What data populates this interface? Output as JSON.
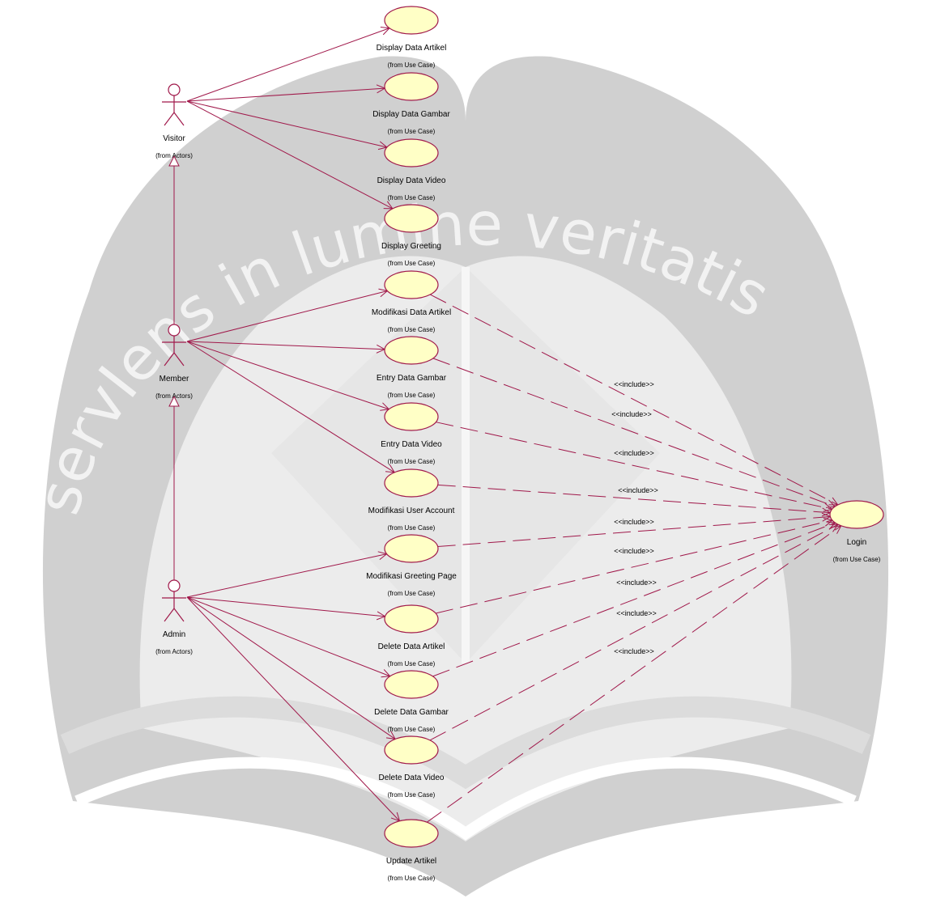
{
  "watermark": {
    "motto": "servIens in lumine veritatis",
    "colors": {
      "crest": "#d0d0d0",
      "crest_inner": "#ececec",
      "text": "#f2f2f2"
    }
  },
  "colors": {
    "line": "#a0184a",
    "usecase_fill": "#ffffc6",
    "usecase_stroke": "#a0184a",
    "background": "#ffffff"
  },
  "actors": [
    {
      "id": "visitor",
      "name": "Visitor",
      "from": "(from Actors)"
    },
    {
      "id": "member",
      "name": "Member",
      "from": "(from Actors)"
    },
    {
      "id": "admin",
      "name": "Admin",
      "from": "(from Actors)"
    }
  ],
  "use_cases": [
    {
      "id": "uc1",
      "name": "Display  Data Artikel",
      "from": "(from Use Case)"
    },
    {
      "id": "uc2",
      "name": "Display  Data Gambar",
      "from": "(from Use Case)"
    },
    {
      "id": "uc3",
      "name": "Display  Data Video",
      "from": "(from Use Case)"
    },
    {
      "id": "uc4",
      "name": "Display  Greeting",
      "from": "(from Use Case)"
    },
    {
      "id": "uc5",
      "name": "Modifikasi Data Artikel",
      "from": "(from Use Case)"
    },
    {
      "id": "uc6",
      "name": "Entry  Data Gambar",
      "from": "(from Use Case)"
    },
    {
      "id": "uc7",
      "name": "Entry  Data Video",
      "from": "(from Use Case)"
    },
    {
      "id": "uc8",
      "name": "Modifikasi User Account",
      "from": "(from Use Case)"
    },
    {
      "id": "uc9",
      "name": "Modifikasi Greeting Page",
      "from": "(from Use Case)"
    },
    {
      "id": "uc10",
      "name": "Delete Data Artikel",
      "from": "(from Use Case)"
    },
    {
      "id": "uc11",
      "name": "Delete Data Gambar",
      "from": "(from Use Case)"
    },
    {
      "id": "uc12",
      "name": "Delete Data Video",
      "from": "(from Use Case)"
    },
    {
      "id": "uc13",
      "name": "Update Artikel",
      "from": "(from Use Case)"
    },
    {
      "id": "login",
      "name": "Login",
      "from": "(from Use Case)"
    }
  ],
  "generalizations": [
    {
      "child": "member",
      "parent": "visitor"
    },
    {
      "child": "admin",
      "parent": "member"
    }
  ],
  "associations": [
    {
      "actor": "visitor",
      "use_case": "uc1"
    },
    {
      "actor": "visitor",
      "use_case": "uc2"
    },
    {
      "actor": "visitor",
      "use_case": "uc3"
    },
    {
      "actor": "visitor",
      "use_case": "uc4"
    },
    {
      "actor": "member",
      "use_case": "uc5"
    },
    {
      "actor": "member",
      "use_case": "uc6"
    },
    {
      "actor": "member",
      "use_case": "uc7"
    },
    {
      "actor": "member",
      "use_case": "uc8"
    },
    {
      "actor": "admin",
      "use_case": "uc9"
    },
    {
      "actor": "admin",
      "use_case": "uc10"
    },
    {
      "actor": "admin",
      "use_case": "uc11"
    },
    {
      "actor": "admin",
      "use_case": "uc12"
    },
    {
      "actor": "admin",
      "use_case": "uc13"
    }
  ],
  "include_label": "<<include>>",
  "includes": [
    {
      "from": "uc5",
      "to": "login",
      "label": "<<include>>"
    },
    {
      "from": "uc6",
      "to": "login",
      "label": "<<include>>"
    },
    {
      "from": "uc7",
      "to": "login",
      "label": "<<include>>"
    },
    {
      "from": "uc8",
      "to": "login",
      "label": "<<include>>"
    },
    {
      "from": "uc9",
      "to": "login",
      "label": "<<include>>"
    },
    {
      "from": "uc10",
      "to": "login",
      "label": "<<include>>"
    },
    {
      "from": "uc11",
      "to": "login",
      "label": "<<include>>"
    },
    {
      "from": "uc12",
      "to": "login",
      "label": "<<include>>"
    },
    {
      "from": "uc13",
      "to": "login",
      "label": "<<include>>"
    }
  ]
}
